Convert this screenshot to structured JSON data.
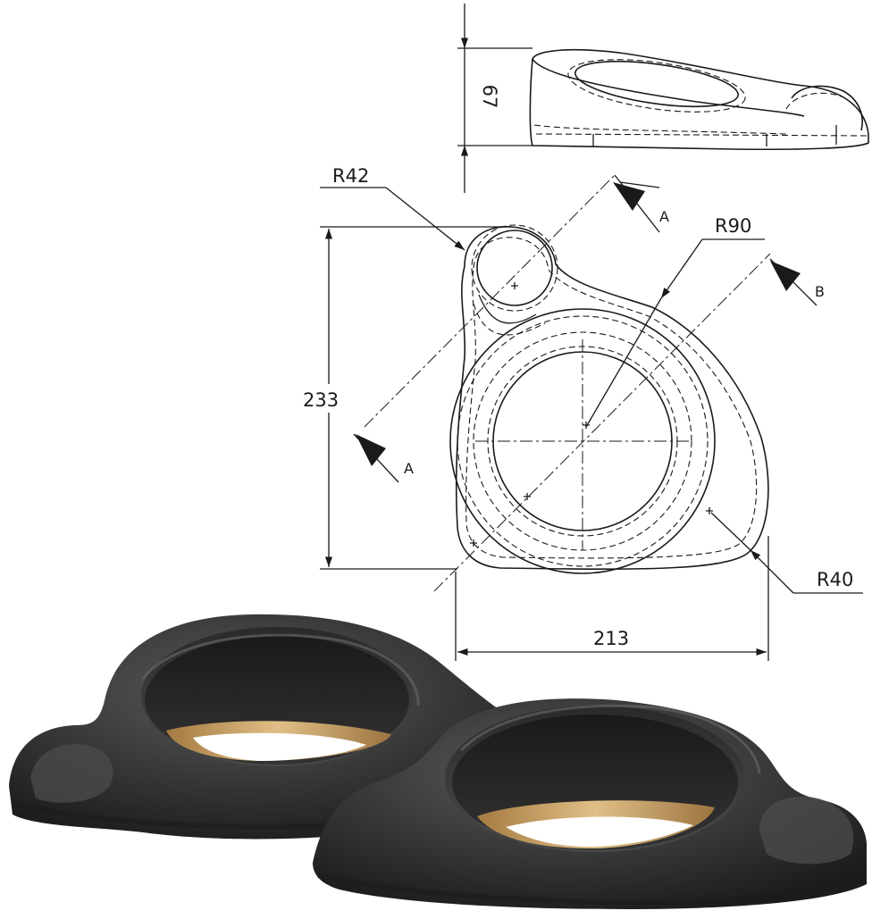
{
  "drawing": {
    "dimensions": {
      "height_side": "67",
      "radius_small": "R42",
      "radius_large": "R90",
      "radius_corner": "R40",
      "height_top": "233",
      "width_top": "213"
    },
    "sections": {
      "a_upper": "A",
      "a_lower": "A",
      "b": "B"
    }
  },
  "colors": {
    "line": "#1a1a1a",
    "rubber": "#3a3a3a",
    "rubber_dark": "#1e1e1e",
    "rubber_light": "#6a6a6a",
    "brass": "#b48a4e",
    "brass_light": "#e3c48e"
  }
}
